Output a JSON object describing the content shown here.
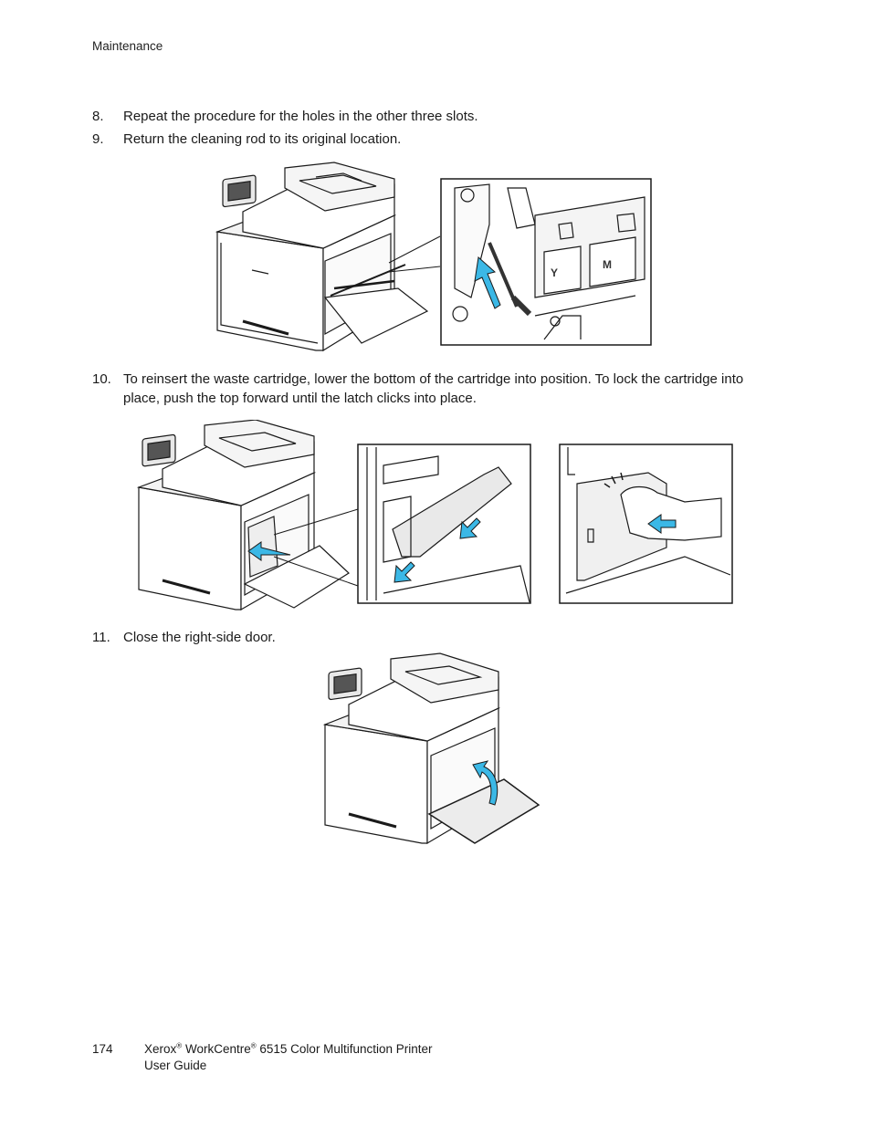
{
  "header": {
    "section": "Maintenance"
  },
  "steps": [
    {
      "number": "8.",
      "text": "Repeat the procedure for the holes in the other three slots."
    },
    {
      "number": "9.",
      "text": "Return the cleaning rod to its original location."
    },
    {
      "number": "10.",
      "text": "To reinsert the waste cartridge, lower the bottom of the cartridge into position. To lock the cartridge into place, push the top forward until the latch clicks into place."
    },
    {
      "number": "11.",
      "text": "Close the right-side door."
    }
  ],
  "figure_labels": {
    "toner_slot_y": "Y",
    "toner_slot_m": "M"
  },
  "colors": {
    "arrow": "#3bb8e6",
    "line": "#1a1a1a"
  },
  "footer": {
    "page_number": "174",
    "brand": "Xerox",
    "reg": "®",
    "product": "WorkCentre",
    "product_rest": " 6515 Color Multifunction Printer",
    "doc_type": "User Guide"
  }
}
